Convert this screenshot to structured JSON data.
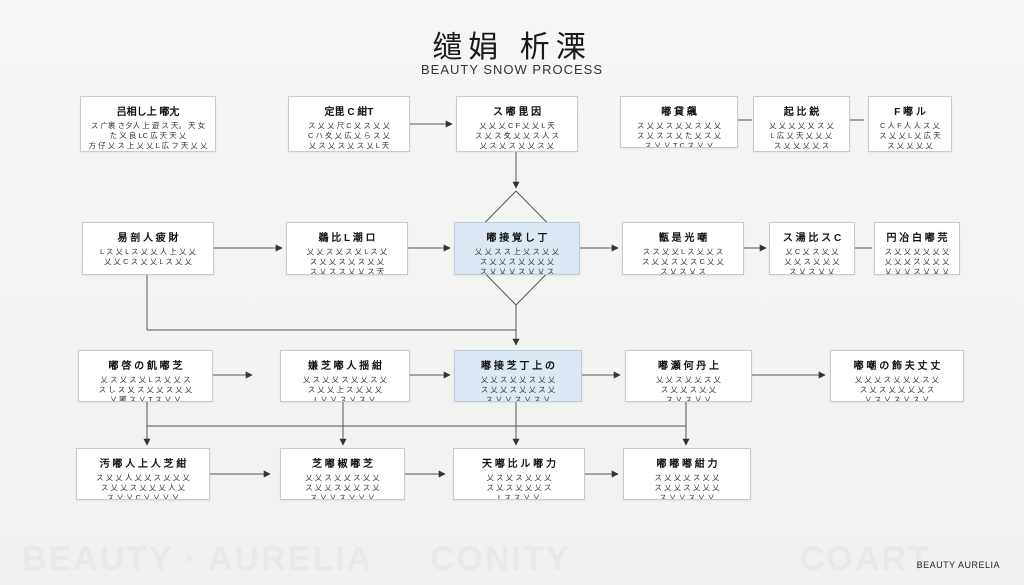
{
  "header": {
    "title": "缱娟 析溧",
    "subtitle": "BEAUTY SNOW PROCESS"
  },
  "nodes": {
    "r1": [
      {
        "title": "吕相し上 嘟尢",
        "body": "ス 广裹 さ夕人 上 遊 ス 天。  天 女 た 义 良 LC 広 天 天 乂\n方 仔 乂 ス 上 乂 乂 L 広 フ 天 乂 乂\nL 乂 乂 L ス 乂 夕 乂 た"
      },
      {
        "title": "定毘 C 紺T",
        "body": "ス 乂 乂 尺 C 乂 ス 乂 乂\nC ハ 夊 乂 広 乂 ら ス 乂\n乂 ス 乂 ス 乂 ス 乂 L 天\n乂 ス 乂 た 乂 ス"
      },
      {
        "title": "ス 嘟 毘 因",
        "body": "乂 乂 乂 C F 乂 乂 L 天\nス 乂 ス 夊 乂 乂 ス 人 ス\n乂 ス 乂 ス 乂 乂 ス 乂"
      },
      {
        "title": "嘟 貸 飆",
        "body": "ス 乂 乂 ス 乂 乂 ス 乂 乂\nス 乂 ス ス 乂 た 乂 ス 乂\nス 乂 乂 T C ス 乂 乂"
      },
      {
        "title": "起 比 鋭",
        "body": "乂 乂 乂 乂 乂 ス 乂\nL 広 乂 天 乂 乂 乂\nス 乂 乂 乂 乂 ス"
      },
      {
        "title": "F 嘟 ル",
        "body": "C 人 F 人 人 ス 乂\nス 乂 乂 L 乂 広 天\nス 乂 乂 乂 乂"
      }
    ],
    "r2": [
      {
        "title": "易 剖 人 疲 財",
        "body": "L ス 乂 L ス 乂 乂 人 上 乂 乂\n乂 乂 C ス 乂 乂 L ス 乂 乂"
      },
      {
        "title": "鵜 比 L 潮 ロ",
        "body": "乂 乂 ス 乂 ス 乂 L ス 乂\nス 乂 乂 ス 乂 ス 乂 乂\nス 乂 ス ス 乂 乂 ス 天\nス 乂 ス 乂 乂 ス"
      },
      {
        "title": "嘟 接 覚 し 丁",
        "body": "乂 乂 ス ス 上 乂 ス 乂 乂\nス 乂 乂 ス 乂 乂 乂 乂\nス 乂 乂 乂 ス 乂 乂 ス"
      },
      {
        "title": "甑 是 光 嘲",
        "body": "ス ス 乂 乂 L ス 乂 乂 ス\nス 乂 乂 ス 乂 ス C 乂 乂\nス 乂 ス 乂 ス"
      },
      {
        "title": "ス 湯 比 ス C",
        "body": "乂 C 乂 ス 乂 乂\n乂 乂 ス 乂 乂 乂\nス 乂 ス 乂 乂"
      },
      {
        "title": "円 冶 白 嘟 芫",
        "body": "ス 乂 乂 乂 乂 乂 乂\n乂 乂 乂 ス 乂 乂 乂\n乂 乂 乂 ス 乂 乂 乂"
      }
    ],
    "r3": [
      {
        "title": "嘟 啓 の 飢 嘟 芝",
        "body": "乂 ス 乂 ス 乂 L ス 乂 乂 ス\nス し ス 乂 ス 乂 乂 ス 乂 乂\n乂 嘟 ス 乂 T ス 乂 乂"
      },
      {
        "title": "嫌 芝 嘟 人 揺 紺",
        "body": "乂 ス 乂 乂 ス 乂 乂 ス 乂\nス 乂 乂 上 ス 乂 乂 乂\nL 乂 乂 ス 乂 ス 乂"
      },
      {
        "title": "嘟 接 芝 丁 上 の",
        "body": "乂 乂 ス 乂 乂 ス 乂 乂\nス 乂 乂 ス 乂 乂 ス 乂\nス 乂 乂 ス 乂 ス 乂"
      },
      {
        "title": "嘟 瀬 何 丹 上",
        "body": "乂 乂 ス 乂 乂 ス 乂\nス 乂 乂 ス 乂 乂\nス 乂 ス 乂 乂"
      },
      {
        "title": "嘟 嘲 の 飾 夫 丈 丈",
        "body": "乂 乂 乂 ス 乂 乂 乂 ス 乂\nス 乂 ス 乂 乂 乂 乂 ス\n乂 ス 乂 ス 乂 ス 乂"
      }
    ],
    "r4": [
      {
        "title": "汚 嘟 人 上 人 芝 紺",
        "body": "ス 乂 乂 人 乂 乂 ス 乂 乂 乂\nス 乂 乂 ス 乂 乂 乂 人 乂\nス 乂 乂 C 乂 乂 乂 乂"
      },
      {
        "title": "芝 嘟 椒 嘟 芝",
        "body": "乂 乂 ス 乂 乂 ス 乂 乂\nス 乂 乂 ス 乂 乂 ス 乂\nス 乂 乂 ス 乂 乂 乂"
      },
      {
        "title": "天 嘟 比 ル 嘟 力",
        "body": "乂 ス 乂 ス 乂 乂 乂\nス 乂 ス 乂 乂 乂 ス\nL ス ス 乂 乂"
      },
      {
        "title": "嘟 嘟 嘟 紺 力",
        "body": "ス 乂 乂 乂 ス 乂 乂\nス 乂 乂 ス 乂 乂 乂\nス 乂 乂 ス 乂 乂"
      }
    ]
  },
  "watermarks": {
    "left": "BEAUTY · AURELIA",
    "mid": "CONITY",
    "right": "COART"
  },
  "brand": "BEAUTY AURELIA"
}
